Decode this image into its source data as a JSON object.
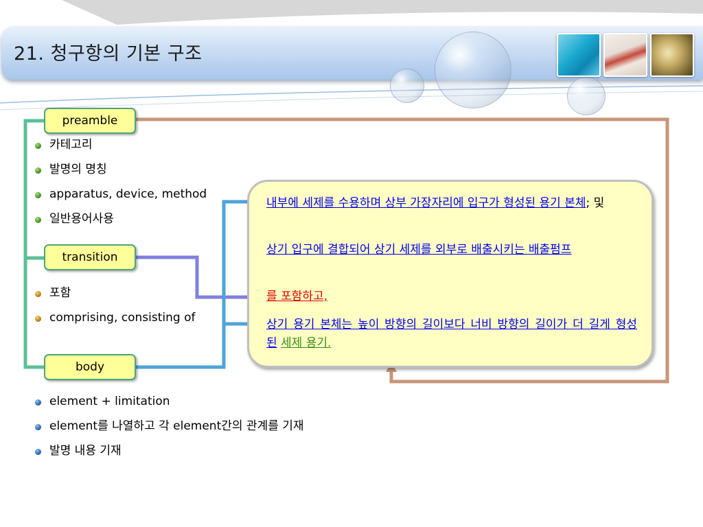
{
  "slide": {
    "title": "21. 청구항의 기본 구조"
  },
  "labels": {
    "preamble": "preamble",
    "transition": "transition",
    "body": "body"
  },
  "preamble_items": [
    "카테고리",
    "발명의 명칭",
    "apparatus, device, method",
    "일반용어사용"
  ],
  "transition_items": [
    "포함",
    "comprising, consisting of"
  ],
  "body_items": [
    "element + limitation",
    "element를 나열하고 각 element간의 관계를 기재",
    "발명 내용 기재"
  ],
  "claim": {
    "line1_link": "내부에 세제를 수용하며 상부 가장자리에 입구가 형성된 용기 본체",
    "line1_suffix": "; 및",
    "line2_link": "상기 입구에 결합되어 상기 세제를 외부로 배출시키는 배출펌프",
    "line3_link": "를 포함하고,",
    "line4_link": "상기 용기 본체는 높이 방향의 길이보다 너비 방향의 길이가 더 길게 형성된",
    "line4_green": "세제 용기."
  },
  "colors": {
    "label_fill": "#ffff99",
    "label_border": "#4aa57c",
    "connector_green": "#5bbf96",
    "connector_blue": "#4ea3d8",
    "connector_purple": "#8080e0",
    "connector_brown": "#c9967a",
    "link_blue": "#0000ee",
    "link_red": "#e00000",
    "link_green": "#3a8a1a"
  }
}
